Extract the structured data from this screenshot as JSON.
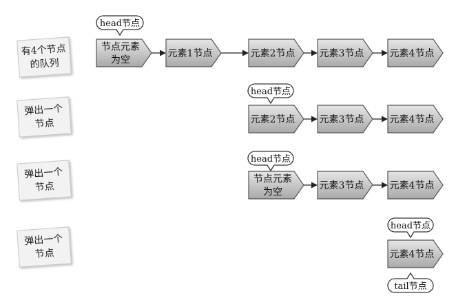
{
  "labels": [
    {
      "text": "有4个节点\n的队列"
    },
    {
      "text": "弹出一个\n节点"
    },
    {
      "text": "弹出一个\n节点"
    },
    {
      "text": "弹出一个\n节点"
    }
  ],
  "rows": [
    {
      "nodes": [
        "节点元素\n为空",
        "元素1节点",
        "元素2节点",
        "元素3节点",
        "元素4节点"
      ]
    },
    {
      "nodes": [
        "元素2节点",
        "元素3节点",
        "元素4节点"
      ]
    },
    {
      "nodes": [
        "节点元素\n为空",
        "元素3节点",
        "元素4节点"
      ]
    },
    {
      "nodes": [
        "元素4节点"
      ]
    }
  ],
  "callouts": {
    "head": "head节点",
    "tail": "tail节点"
  },
  "colors": {
    "node_top": "#e6e6e6",
    "node_bottom": "#a9a9a9",
    "node_stroke": "#555555",
    "arrow": "#222222"
  }
}
